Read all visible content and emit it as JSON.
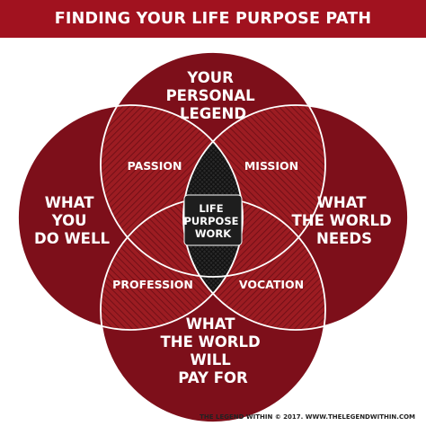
{
  "title": "FINDING YOUR LIFE PURPOSE PATH",
  "colors": {
    "header_bg": "#a1121f",
    "circle_fill": "#7d0f1a",
    "circle_stroke": "#ffffff",
    "lens_fill": "#9c1c22",
    "hatch": "#6a0c14",
    "center_fill": "#1e1e1e",
    "text": "#ffffff"
  },
  "circles": {
    "top": {
      "lines": [
        "YOUR",
        "PERSONAL",
        "LEGEND"
      ]
    },
    "left": {
      "lines": [
        "WHAT",
        "YOU",
        "DO WELL"
      ]
    },
    "right": {
      "lines": [
        "WHAT",
        "THE WORLD",
        "NEEDS"
      ]
    },
    "bottom": {
      "lines": [
        "WHAT",
        "THE WORLD",
        "WILL",
        "PAY FOR"
      ]
    }
  },
  "overlaps": {
    "top_left": "PASSION",
    "top_right": "MISSION",
    "bottom_left": "PROFESSION",
    "bottom_right": "VOCATION"
  },
  "center": {
    "lines": [
      "LIFE",
      "PURPOSE",
      "WORK"
    ]
  },
  "footer": "THE LEGEND WITHIN © 2017. WWW.THELEGENDWITHIN.COM"
}
